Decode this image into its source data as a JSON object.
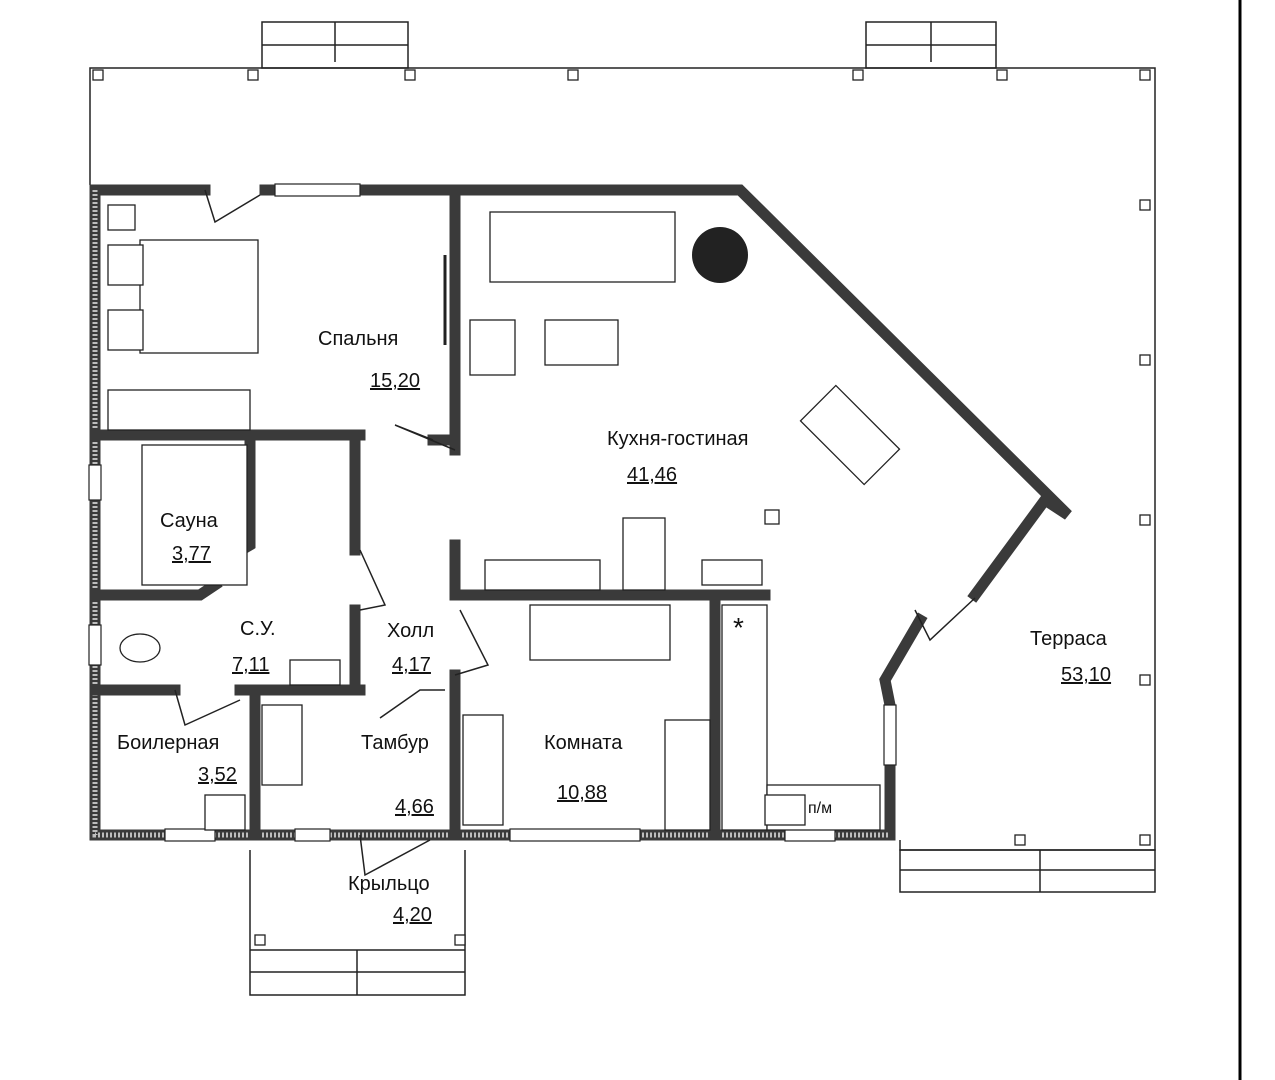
{
  "rooms": [
    {
      "name": "Спальня",
      "area": "15,20"
    },
    {
      "name": "Кухня-гостиная",
      "area": "41,46"
    },
    {
      "name": "Сауна",
      "area": "3,77"
    },
    {
      "name": "С.У.",
      "area": "7,11"
    },
    {
      "name": "Холл",
      "area": "4,17"
    },
    {
      "name": "Терраса",
      "area": "53,10"
    },
    {
      "name": "Боилерная",
      "area": "3,52"
    },
    {
      "name": "Тамбур",
      "area": "4,66"
    },
    {
      "name": "Комната",
      "area": "10,88"
    },
    {
      "name": "Крыльцо",
      "area": "4,20"
    }
  ],
  "fridge_label": "п/м",
  "line_color": "#3a3a3a"
}
